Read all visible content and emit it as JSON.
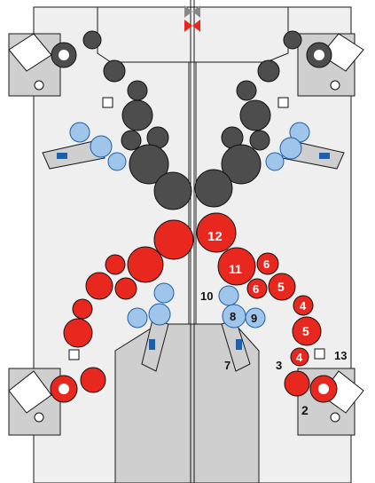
{
  "colors": {
    "background": "#ffffff",
    "frame_fill": "#efefef",
    "frame_stroke": "#1a1a1a",
    "shaded_block": "#cfcfcf",
    "dark_roller": "#4d4d4d",
    "red_roller": "#e8281e",
    "blue_roller": "#9fc6ea",
    "blue_stroke": "#1f5ea8",
    "outline": "#111111",
    "valve_red": "#e8281e",
    "valve_gray": "#888888"
  },
  "icons": {
    "top_marker": "bowtie-valve-icon",
    "ink_motor": "motor-unit-icon",
    "ductor": "ductor-arm-icon",
    "roller_bearing": "bearing-icon"
  },
  "labels": {
    "l12": "12",
    "l11": "11",
    "l6a": "6",
    "l6b": "6",
    "l5a": "5",
    "l5b": "5",
    "l4a": "4",
    "l4b": "4",
    "l10": "10",
    "l8": "8",
    "l9": "9",
    "l7": "7",
    "l3": "3",
    "l2": "2",
    "l13": "13"
  }
}
